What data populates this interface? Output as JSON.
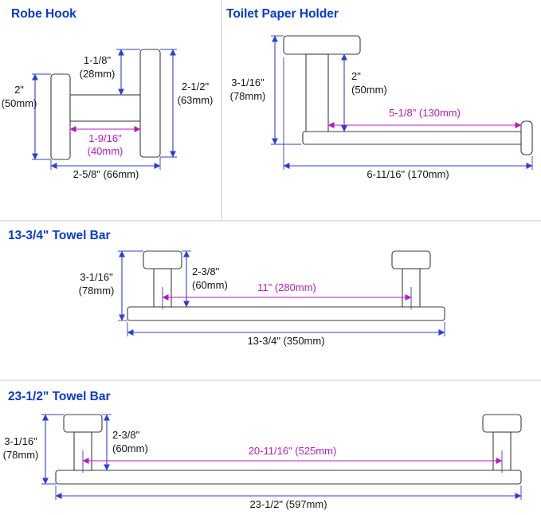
{
  "colors": {
    "title": "#0839cf",
    "dimension_line": "#2f3fd3",
    "accent_magenta": "#b81bb8",
    "dimension_text": "#141414",
    "outline": "#3d3d3d",
    "divider": "#c9c9c9",
    "background": "#ffffff"
  },
  "robe_hook": {
    "title": "Robe Hook",
    "plate_height_in": "2\"",
    "plate_height_mm": "(50mm)",
    "top_offset_in": "1-1/8\"",
    "top_offset_mm": "(28mm)",
    "hook_height_in": "2-1/2\"",
    "hook_height_mm": "(63mm)",
    "arm_length_in": "1-9/16\"",
    "arm_length_mm": "(40mm)",
    "overall_depth": "2-5/8\" (66mm)"
  },
  "toilet_paper_holder": {
    "title": "Toilet Paper Holder",
    "overall_height_in": "3-1/16\"",
    "overall_height_mm": "(78mm)",
    "post_height_in": "2\"",
    "post_height_mm": "(50mm)",
    "roll_length": "5-1/8\" (130mm)",
    "overall_length": "6-11/16\" (170mm)"
  },
  "towel_bar_13": {
    "title": "13-3/4\" Towel Bar",
    "overall_height_in": "3-1/16\"",
    "overall_height_mm": "(78mm)",
    "post_depth_in": "2-3/8\"",
    "post_depth_mm": "(60mm)",
    "center_distance": "11\" (280mm)",
    "overall_length": "13-3/4\" (350mm)"
  },
  "towel_bar_23": {
    "title": "23-1/2\" Towel Bar",
    "overall_height_in": "3-1/16\"",
    "overall_height_mm": "(78mm)",
    "post_depth_in": "2-3/8\"",
    "post_depth_mm": "(60mm)",
    "center_distance": "20-11/16\" (525mm)",
    "overall_length": "23-1/2\" (597mm)"
  }
}
